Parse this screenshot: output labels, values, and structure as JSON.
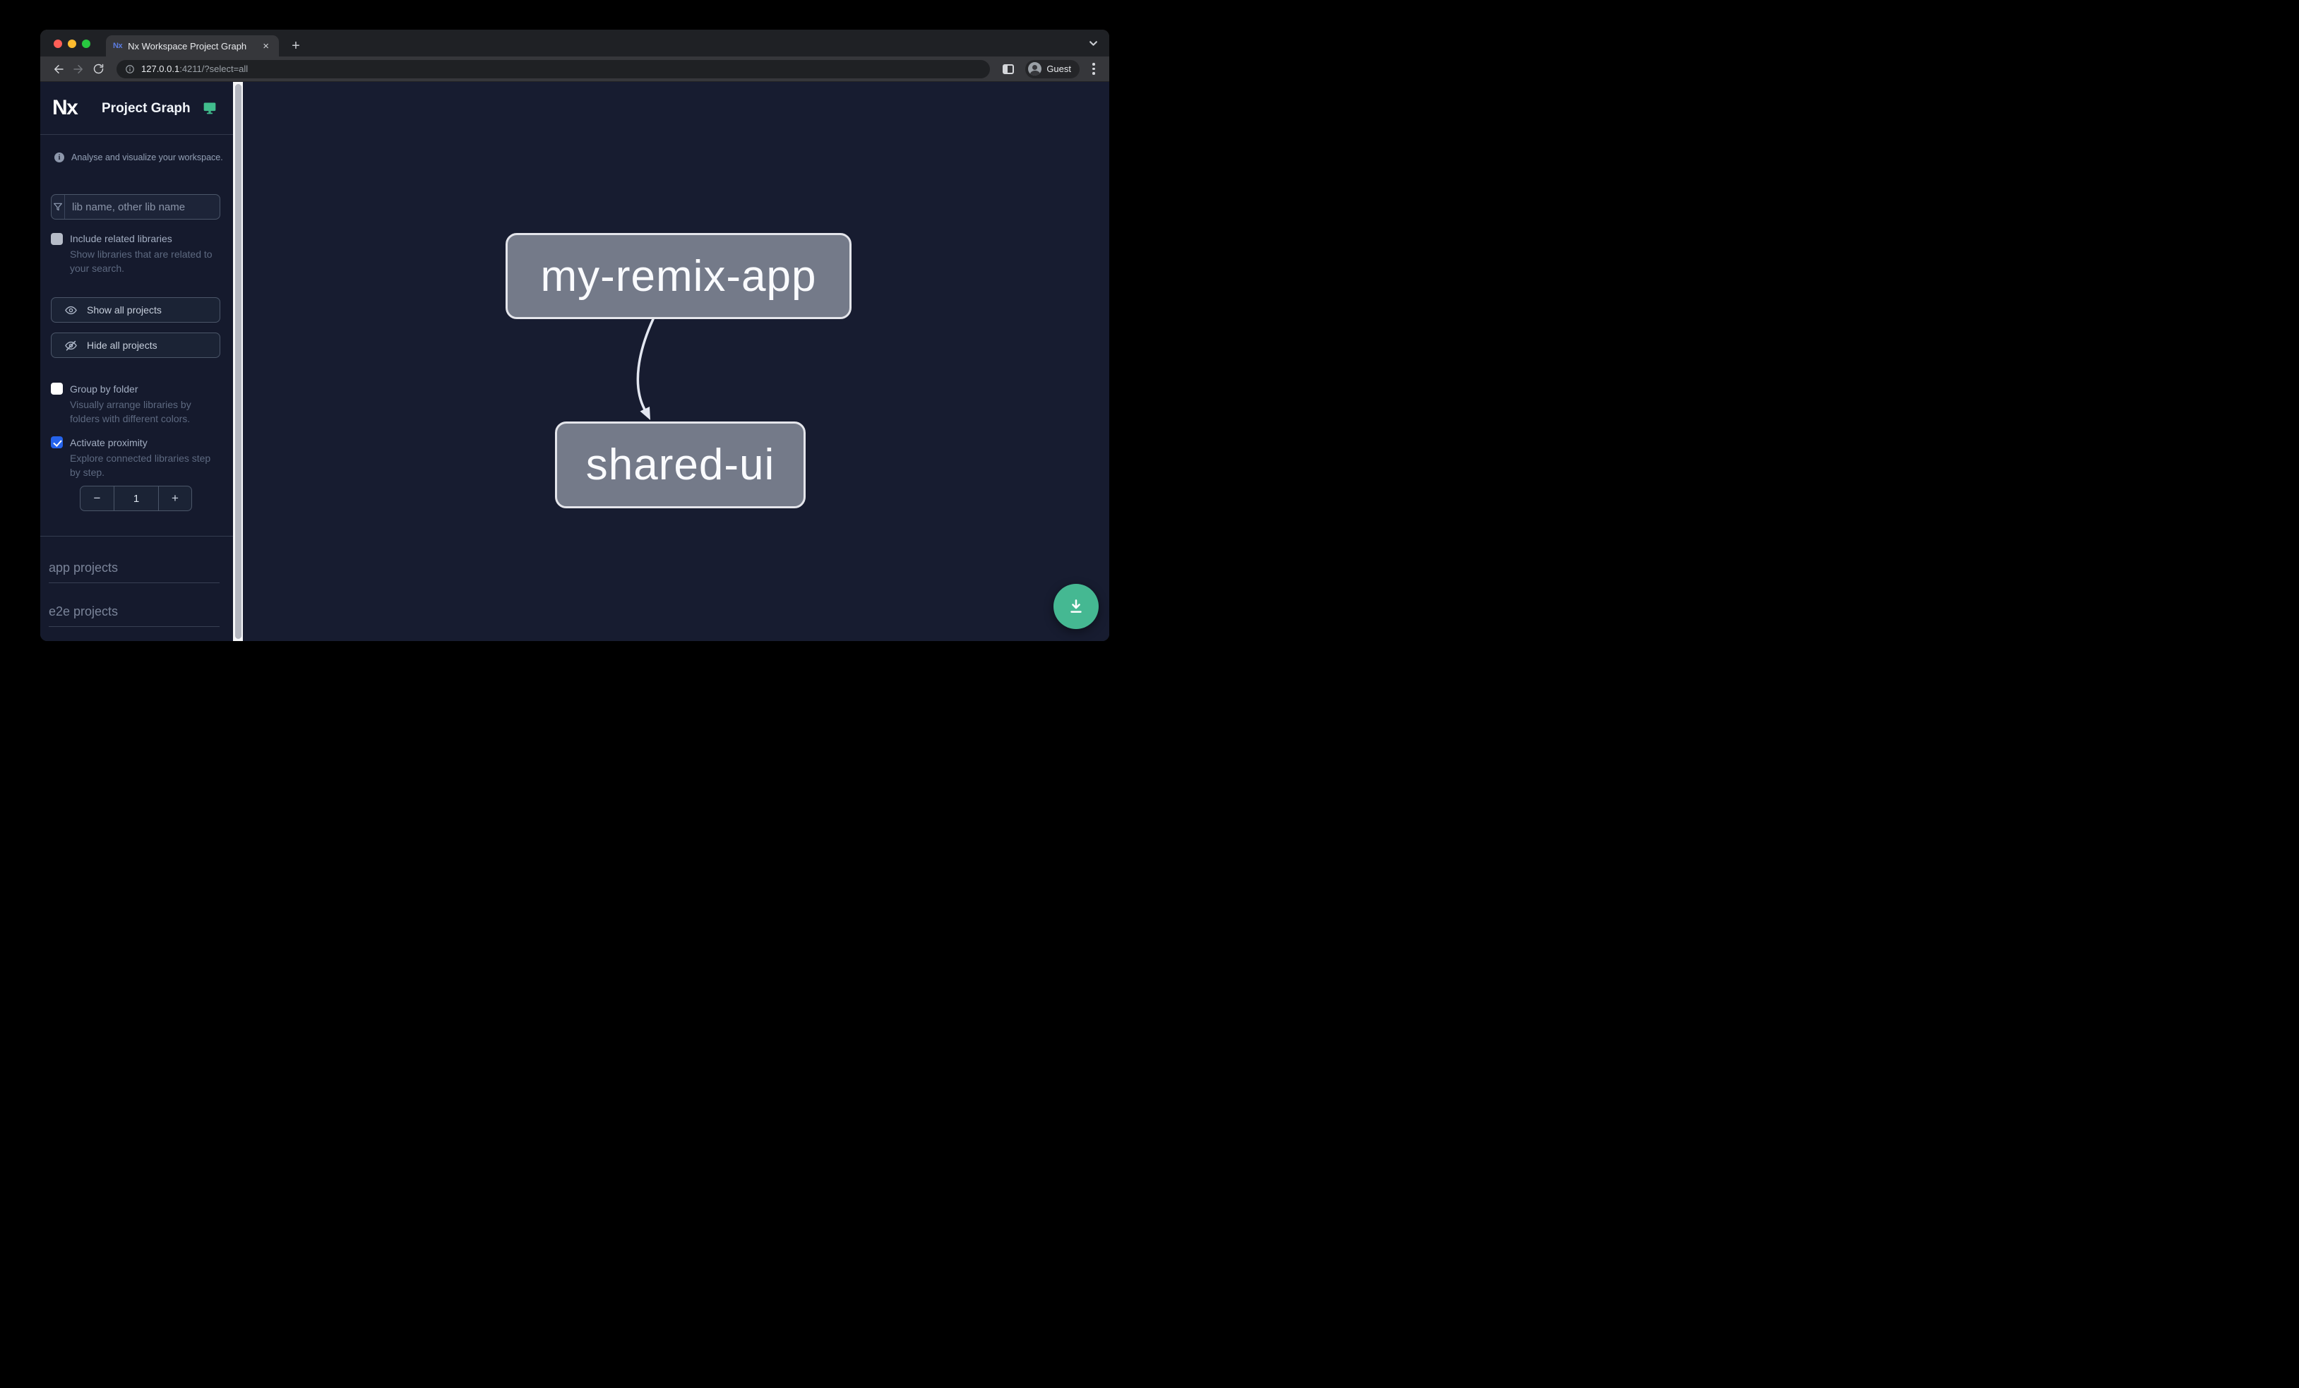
{
  "browser": {
    "tab_title": "Nx Workspace Project Graph",
    "favicon_text": "Nx",
    "close_tab_label": "×",
    "new_tab_label": "+",
    "url_host": "127.0.0.1",
    "url_rest": ":4211/?select=all",
    "guest_label": "Guest"
  },
  "sidebar": {
    "logo_text": "Nx",
    "title": "Project Graph",
    "tagline": "Analyse and visualize your workspace.",
    "search_placeholder": "lib name, other lib name",
    "include_related": {
      "label": "Include related libraries",
      "desc_line1": "Show libraries that are related to",
      "desc_line2": "your search."
    },
    "show_all_label": "Show all projects",
    "hide_all_label": "Hide all projects",
    "group_by_folder": {
      "label": "Group by folder",
      "desc_line1": "Visually arrange libraries by",
      "desc_line2": "folders with different colors."
    },
    "proximity": {
      "label": "Activate proximity",
      "desc_line1": "Explore connected libraries step",
      "desc_line2": "by step.",
      "decrement": "−",
      "value": "1",
      "increment": "+"
    },
    "sections": [
      {
        "label": "app projects"
      },
      {
        "label": "e2e projects"
      }
    ]
  },
  "graph": {
    "nodes": [
      {
        "label": "my-remix-app"
      },
      {
        "label": "shared-ui"
      }
    ],
    "edge": {
      "from": "my-remix-app",
      "to": "shared-ui"
    }
  },
  "colors": {
    "checkbox_checked_blue": "#2563eb",
    "fab_green": "#45b892",
    "monitor_icon_green": "#41bd8d",
    "node_fill_grey": "#747a89",
    "node_border": "#e4e5eb",
    "sidebar_bg": "#151a2d",
    "canvas_bg": "#171c30",
    "traffic_red": "#ff5f57",
    "traffic_yellow": "#febc2e",
    "traffic_green": "#28c840"
  }
}
